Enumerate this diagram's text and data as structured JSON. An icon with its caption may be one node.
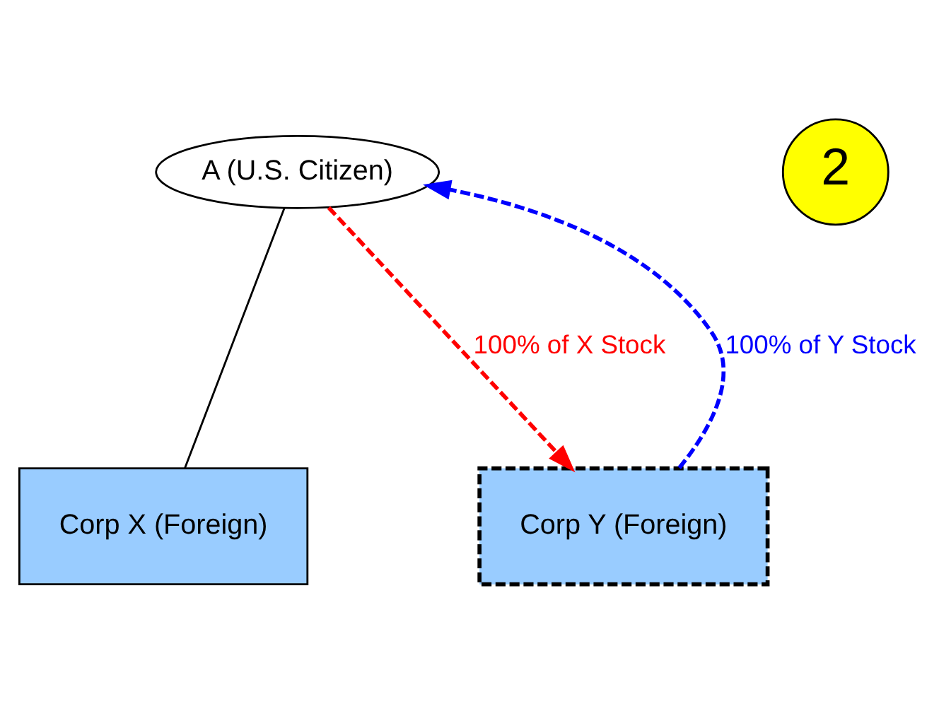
{
  "diagram": {
    "nodes": [
      {
        "text": [
          "A (U.S. Citizen)"
        ]
      },
      {
        "text": [
          "Corp X (Foreign)"
        ]
      },
      {
        "text": [
          "Corp Y (Foreign)"
        ]
      },
      {
        "text": [
          "2"
        ]
      }
    ],
    "edges": [
      {
        "from": 0,
        "to": 1,
        "arrow": "none"
      },
      {
        "from": 0,
        "to": 2,
        "arrow": "to",
        "label": "100% of X Stock",
        "style": "dashed",
        "color": "#ff0000"
      },
      {
        "from": 2,
        "to": 0,
        "arrow": "to",
        "label": "100% of Y Stock",
        "style": "dashed",
        "color": "#0000ff"
      }
    ]
  }
}
